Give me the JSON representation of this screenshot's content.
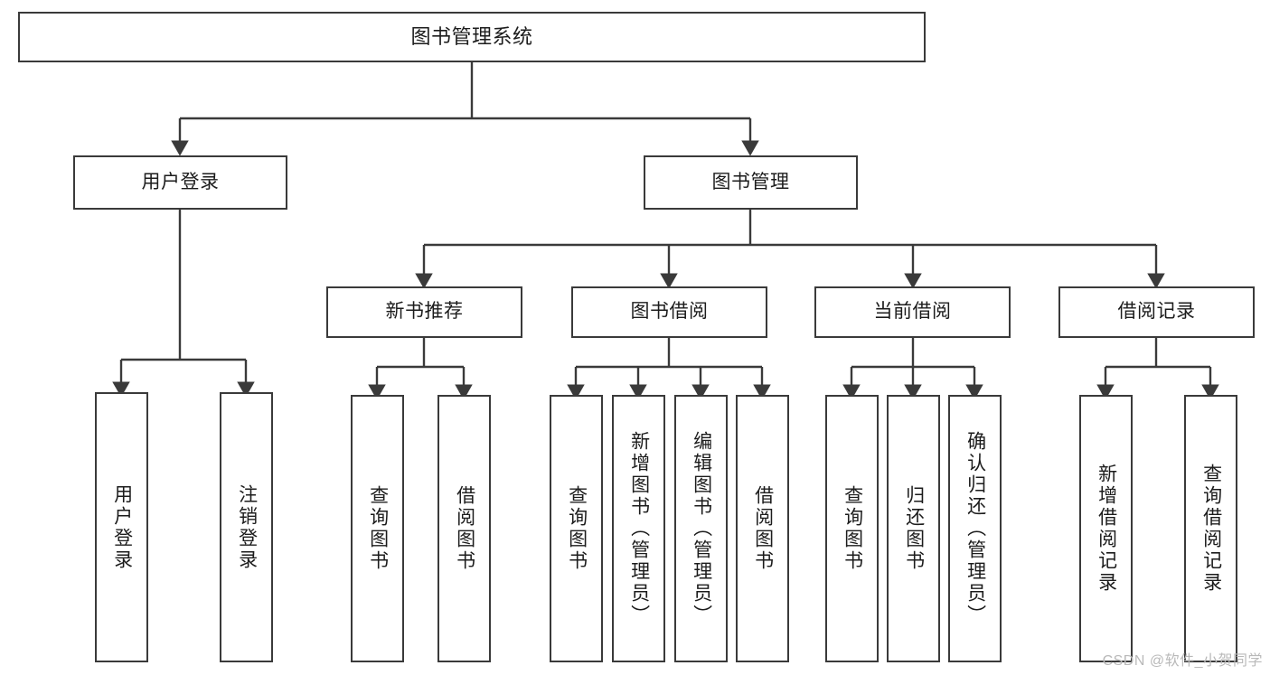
{
  "diagram": {
    "title": "图书管理系统",
    "type": "hierarchy-tree",
    "watermark": "CSDN @软件_小贺同学",
    "colors": {
      "border": "#3a3a3a",
      "background": "#ffffff",
      "text": "#1c1c1c",
      "edge": "#3a3a3a",
      "watermark": "#b9b9b9"
    },
    "levels": {
      "root": {
        "label": "图书管理系统"
      },
      "level1": [
        {
          "label": "用户登录"
        },
        {
          "label": "图书管理"
        }
      ],
      "level2": [
        {
          "label": "新书推荐"
        },
        {
          "label": "图书借阅"
        },
        {
          "label": "当前借阅"
        },
        {
          "label": "借阅记录"
        }
      ],
      "leaves": {
        "user_login": [
          {
            "label": "用户登录"
          },
          {
            "label": "注销登录"
          }
        ],
        "new_book_recommend": [
          {
            "label": "查询图书"
          },
          {
            "label": "借阅图书"
          }
        ],
        "book_borrow": [
          {
            "label": "查询图书"
          },
          {
            "label": "新增图书（管理员）"
          },
          {
            "label": "编辑图书（管理员）"
          },
          {
            "label": "借阅图书"
          }
        ],
        "current_borrow": [
          {
            "label": "查询图书"
          },
          {
            "label": "归还图书"
          },
          {
            "label": "确认归还（管理员）"
          }
        ],
        "borrow_record": [
          {
            "label": "新增借阅记录"
          },
          {
            "label": "查询借阅记录"
          }
        ]
      }
    }
  }
}
